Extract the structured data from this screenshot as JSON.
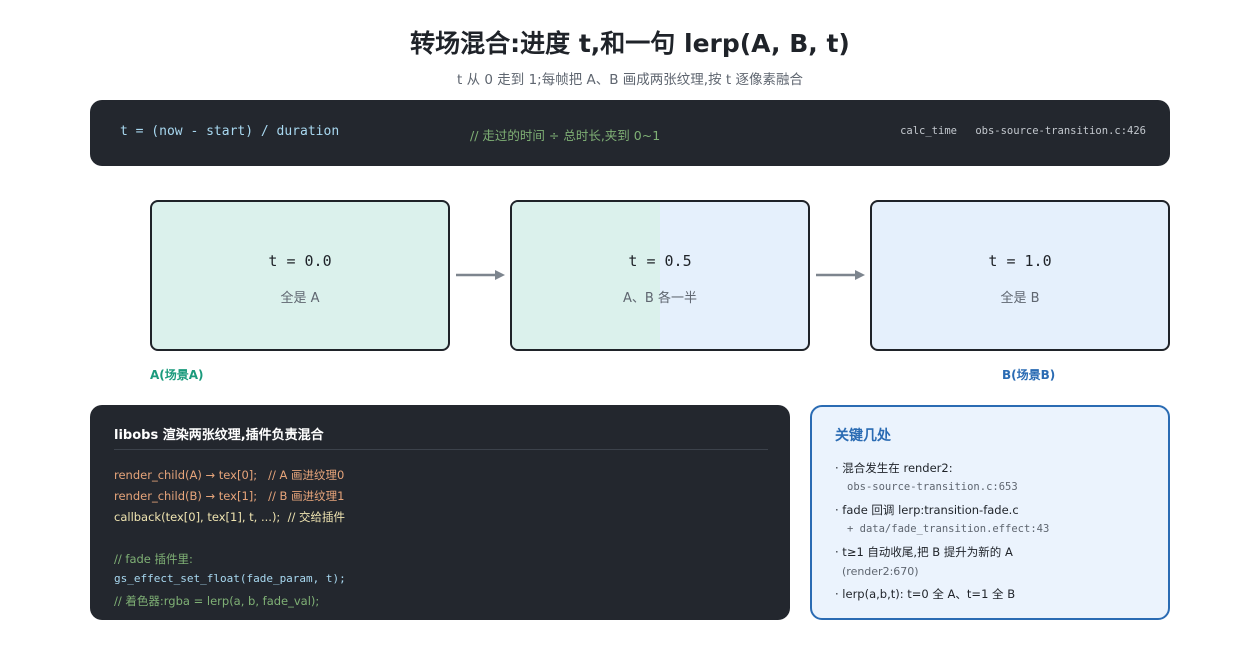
{
  "header": {
    "title": "转场混合:进度 t,和一句 lerp(A, B, t)",
    "subtitle": "t 从 0 走到 1;每帧把 A、B 画成两张纹理,按 t 逐像素融合"
  },
  "formula": {
    "code": "t = (now - start) / duration",
    "comment": "// 走过的时间 ÷ 总时长,夹到 0~1",
    "func": "calc_time",
    "location": "obs-source-transition.c:426"
  },
  "states": [
    {
      "t": "t = 0.0",
      "desc": "全是 A"
    },
    {
      "t": "t = 0.5",
      "desc": "A、B 各一半"
    },
    {
      "t": "t = 1.0",
      "desc": "全是 B"
    }
  ],
  "scene_labels": {
    "a": "A(场景A)",
    "b": "B(场景B)"
  },
  "render": {
    "title": "libobs 渲染两张纹理,插件负责混合",
    "lines": [
      {
        "code": "render_child(A) → tex[0];",
        "comment": "// A 画进纹理0"
      },
      {
        "code": "render_child(B) → tex[1];",
        "comment": "// B 画进纹理1"
      },
      {
        "code": "callback(tex[0], tex[1], t, ...);",
        "comment": "// 交给插件"
      }
    ],
    "plugin_comment": "// fade 插件里:",
    "plugin_code": "gs_effect_set_float(fade_param, t);",
    "shader_comment": "// 着色器:rgba = lerp(a, b, fade_val);"
  },
  "keypoints": {
    "title": "关键几处",
    "items": [
      {
        "text": "· 混合发生在 render2:",
        "sub": "obs-source-transition.c:653"
      },
      {
        "text": "· fade 回调 lerp:transition-fade.c",
        "sub": "+ data/fade_transition.effect:43"
      },
      {
        "text": "· t≥1 自动收尾,把 B 提升为新的 A",
        "sub": "(render2:670)"
      },
      {
        "text": "· lerp(a,b,t): t=0 全 A、t=1 全 B"
      }
    ]
  },
  "colors": {
    "dark_panel": "#23272e",
    "scene_a": "#dbf1ec",
    "scene_b": "#e5f0fc",
    "accent_green": "#1a9a7c",
    "accent_blue": "#2a6bb3",
    "arrow": "#7d858e"
  }
}
